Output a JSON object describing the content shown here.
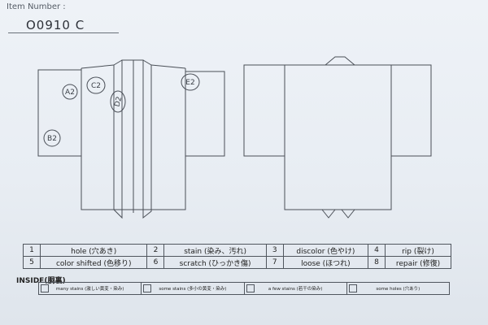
{
  "header": {
    "item_label": "Item Number :",
    "item_value": "O0910  C"
  },
  "marks": [
    {
      "label": "A2"
    },
    {
      "label": "C2"
    },
    {
      "label": "D2"
    },
    {
      "label": "E2"
    },
    {
      "label": "B2"
    }
  ],
  "legend": [
    [
      {
        "num": "1",
        "label": "hole (穴あき)"
      },
      {
        "num": "2",
        "label": "stain (染み、汚れ)"
      },
      {
        "num": "3",
        "label": "discolor (色やけ)"
      },
      {
        "num": "4",
        "label": "rip (裂け)"
      }
    ],
    [
      {
        "num": "5",
        "label": "color shifted (色移り)"
      },
      {
        "num": "6",
        "label": "scratch (ひっかき傷)"
      },
      {
        "num": "7",
        "label": "loose (ほつれ)"
      },
      {
        "num": "8",
        "label": "repair (修復)"
      }
    ]
  ],
  "inside": {
    "title": "INSIDE(胴裏)",
    "options": [
      "many stains (激しい黄変・染み)",
      "some stains (多小の黄変・染み)",
      "a few stains (若干の染み)",
      "some holes (穴あり)"
    ]
  }
}
